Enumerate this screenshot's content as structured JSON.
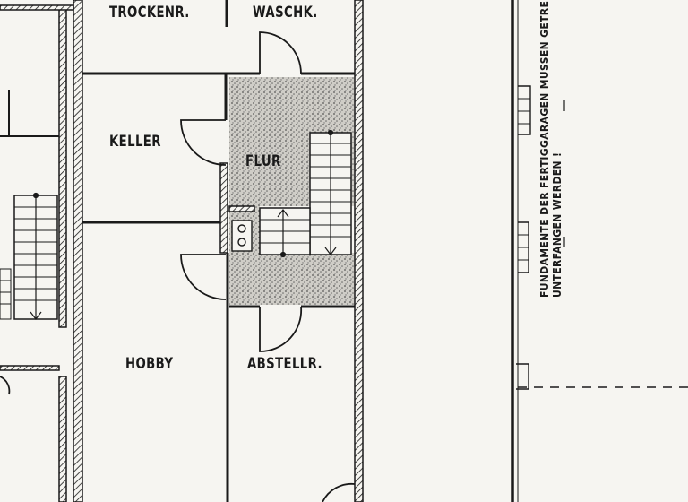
{
  "rooms": {
    "trockenraum": "TROCKENR.",
    "waschkueche": "WASCHK.",
    "keller": "KELLER",
    "flur": "FLUR",
    "hobby": "HOBBY",
    "abstellraum": "ABSTELLR."
  },
  "notes": {
    "line1": "FUNDAMENTE DER FERTIGGARAGEN MUSSEN GETRENNT UND",
    "line2": "UNTERFANGEN WERDEN !"
  },
  "colors": {
    "ink": "#1a1a1a",
    "paper": "#f6f5f1",
    "stipple": "#c9c7c1"
  }
}
